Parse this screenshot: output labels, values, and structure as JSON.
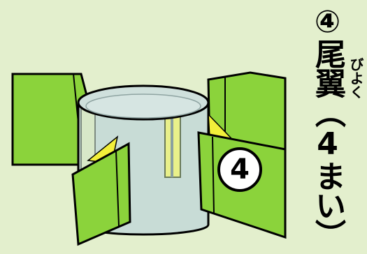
{
  "title": {
    "number": "④",
    "text": "尾翼（4まい）",
    "ruby": "びよく"
  },
  "diagram": {
    "fin_label": "4"
  },
  "colors": {
    "background": "#e3efcd",
    "fin_fill": "#8bd33b",
    "fin_outline": "#000000",
    "tube_fill": "#c8dcd6",
    "tube_stripe": "#e9f08a",
    "accent_yellow": "#f2ef3a"
  }
}
